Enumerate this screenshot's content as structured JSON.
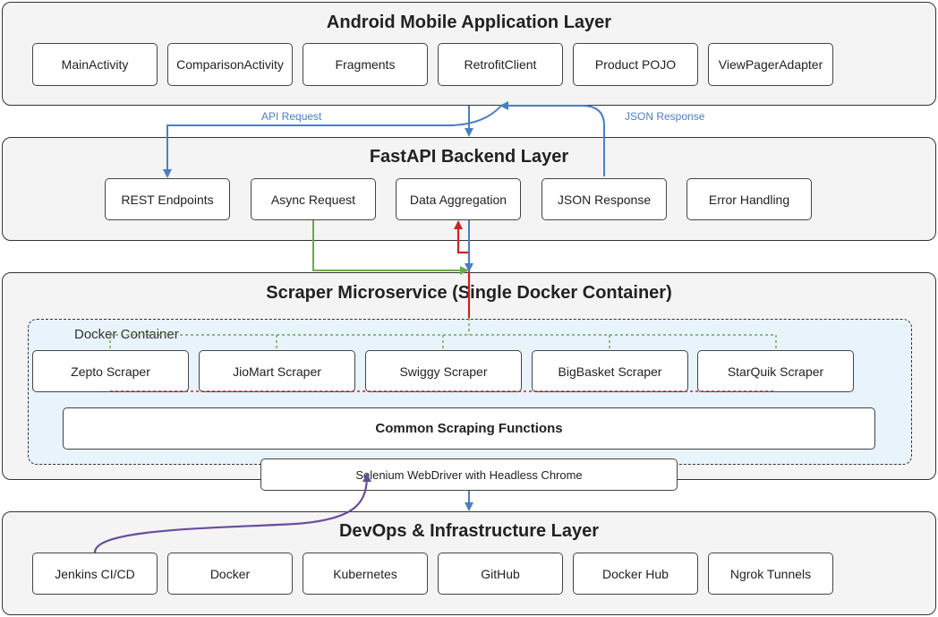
{
  "android": {
    "title": "Android Mobile Application Layer",
    "components": [
      "MainActivity",
      "ComparisonActivity",
      "Fragments",
      "RetrofitClient",
      "Product POJO",
      "ViewPagerAdapter"
    ]
  },
  "backend": {
    "title": "FastAPI Backend Layer",
    "components": [
      "REST Endpoints",
      "Async Request",
      "Data Aggregation",
      "JSON Response",
      "Error Handling"
    ]
  },
  "scraper": {
    "title": "Scraper Microservice (Single Docker Container)",
    "container_label": "Docker Container",
    "scrapers": [
      "Zepto Scraper",
      "JioMart Scraper",
      "Swiggy Scraper",
      "BigBasket Scraper",
      "StarQuik Scraper"
    ],
    "common": "Common Scraping Functions",
    "selenium": "Selenium WebDriver with Headless Chrome"
  },
  "devops": {
    "title": "DevOps & Infrastructure Layer",
    "components": [
      "Jenkins CI/CD",
      "Docker",
      "Kubernetes",
      "GitHub",
      "Docker Hub",
      "Ngrok Tunnels"
    ]
  },
  "flows": {
    "api_request": "API Request",
    "json_response": "JSON Response"
  },
  "colors": {
    "blue": "#4a7fc1",
    "green": "#6aa84f",
    "red": "#cc2222",
    "purple": "#6a4c9c",
    "container_fill": "#e8f3fb"
  }
}
